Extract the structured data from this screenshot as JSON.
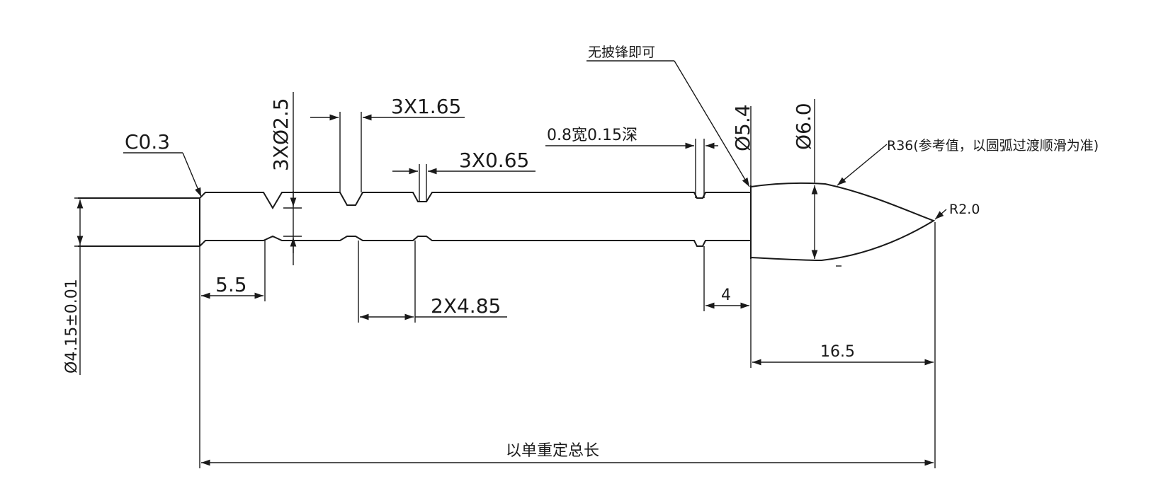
{
  "labels": {
    "chamfer": "C0.3",
    "groove_dia": "3XØ2.5",
    "groove_width": "3X1.65",
    "narrow_groove": "3X0.65",
    "neck_spec": "0.8宽0.15深",
    "no_burr": "无披锋即可",
    "dia_5_4": "Ø5.4",
    "dia_6_0": "Ø6.0",
    "r36_note": "R36(参考值，以圆弧过渡顺滑为准)",
    "r2": "R2.0",
    "shaft_dia": "Ø4.15±0.01",
    "dim_5_5": "5.5",
    "dim_2x4_85": "2X4.85",
    "dim_4": "4",
    "dim_16_5": "16.5",
    "total_length": "以单重定总长"
  },
  "colors": {
    "line": "#1a1a1a",
    "background": "#ffffff"
  }
}
